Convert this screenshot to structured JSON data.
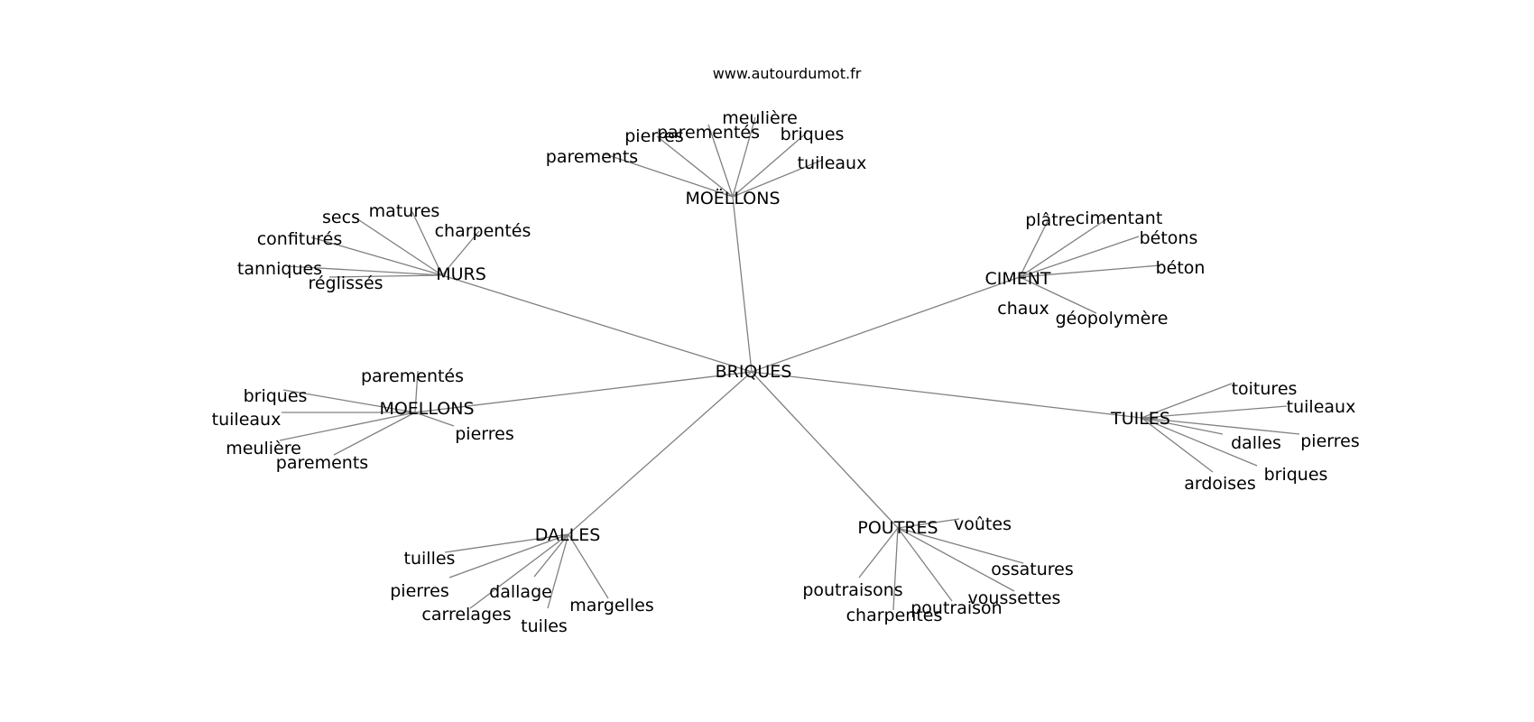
{
  "site": "www.autourdumot.fr",
  "center": "BRIQUES",
  "hubs": [
    {
      "name": "MOËLLONS",
      "leaves": [
        "pierres",
        "parementés",
        "meulière",
        "briques",
        "tuileaux",
        "parements"
      ]
    },
    {
      "name": "MURS",
      "leaves": [
        "secs",
        "matures",
        "charpentés",
        "confiturés",
        "tanniques",
        "réglissés"
      ]
    },
    {
      "name": "CIMENT",
      "leaves": [
        "plâtre",
        "cimentant",
        "bétons",
        "béton",
        "chaux",
        "géopolymère"
      ]
    },
    {
      "name": "MOELLONS",
      "leaves": [
        "parementés",
        "briques",
        "tuileaux",
        "meulière",
        "parements",
        "pierres"
      ]
    },
    {
      "name": "TUILES",
      "leaves": [
        "toitures",
        "tuileaux",
        "dalles",
        "pierres",
        "briques",
        "ardoises"
      ]
    },
    {
      "name": "DALLES",
      "leaves": [
        "tuilles",
        "pierres",
        "dallage",
        "carrelages",
        "tuiles",
        "margelles"
      ]
    },
    {
      "name": "POUTRES",
      "leaves": [
        "voûtes",
        "ossatures",
        "voussettes",
        "poutraison",
        "poutraisons",
        "charpentes"
      ]
    }
  ]
}
